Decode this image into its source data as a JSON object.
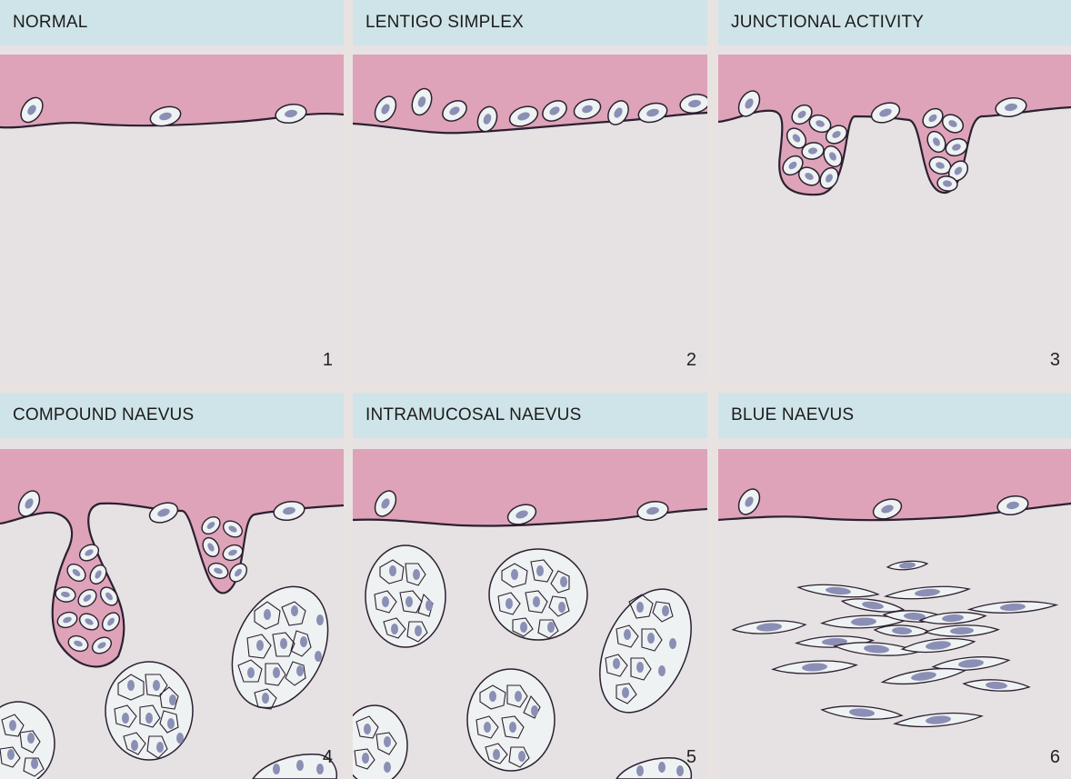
{
  "panels": [
    {
      "title": "NORMAL",
      "number": "1"
    },
    {
      "title": "LENTIGO SIMPLEX",
      "number": "2"
    },
    {
      "title": "JUNCTIONAL ACTIVITY",
      "number": "3"
    },
    {
      "title": "COMPOUND NAEVUS",
      "number": "4"
    },
    {
      "title": "INTRAMUCOSAL NAEVUS",
      "number": "5"
    },
    {
      "title": "BLUE NAEVUS",
      "number": "6"
    }
  ],
  "colors": {
    "title_band": "#cfe4e8",
    "epithelium": "#dea3b9",
    "connective_tissue": "#e6e2e4",
    "cell_fill": "#eef2f2",
    "nucleus": "#8b8fb5",
    "outline": "#2c2030"
  }
}
